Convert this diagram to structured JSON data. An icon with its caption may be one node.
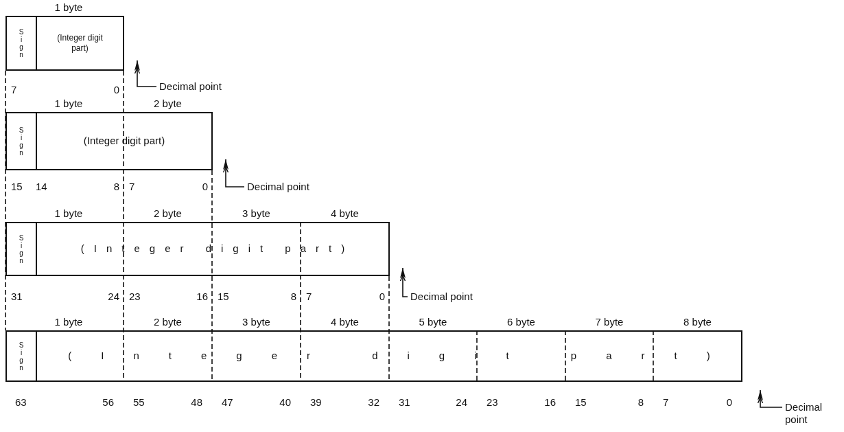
{
  "diagram": {
    "nodes": [
      {
        "text": [
          "(Integer digit part)"
        ]
      },
      {
        "text": [
          "Sign"
        ],
        "in": 0
      },
      {
        "text": [
          "Decimal point"
        ]
      },
      {
        "text": [
          "(Integer digit part)"
        ]
      },
      {
        "text": [
          "Sign"
        ],
        "in": 3
      },
      {
        "text": [
          "Decimal point"
        ]
      },
      {
        "text": [
          "(Integer digit part)"
        ]
      },
      {
        "text": [
          "Sign"
        ],
        "in": 6
      },
      {
        "text": [
          "Decimal point"
        ]
      },
      {
        "text": [
          "(Integer digit part)"
        ]
      },
      {
        "text": [
          "Sign"
        ],
        "in": 9
      },
      {
        "text": [
          "Decimal point"
        ]
      }
    ],
    "edges": [
      {
        "from": 2,
        "to": 0,
        "arrow": "to"
      },
      {
        "from": 5,
        "to": 3,
        "arrow": "to"
      },
      {
        "from": 8,
        "to": 6,
        "arrow": "to"
      },
      {
        "from": 11,
        "to": 9,
        "arrow": "to"
      }
    ],
    "labels": [
      "1 byte",
      "7",
      "0",
      "1 byte",
      "2 byte",
      "15",
      "14",
      "8",
      "7",
      "0",
      "1 byte",
      "2 byte",
      "3 byte",
      "4 byte",
      "31",
      "24",
      "23",
      "16",
      "15",
      "8",
      "7",
      "0",
      "1 byte",
      "2 byte",
      "3 byte",
      "4 byte",
      "5 byte",
      "6 byte",
      "7 byte",
      "8 byte",
      "63",
      "56",
      "55",
      "48",
      "47",
      "40",
      "39",
      "32",
      "31",
      "24",
      "23",
      "16",
      "15",
      "8",
      "7",
      "0"
    ]
  }
}
